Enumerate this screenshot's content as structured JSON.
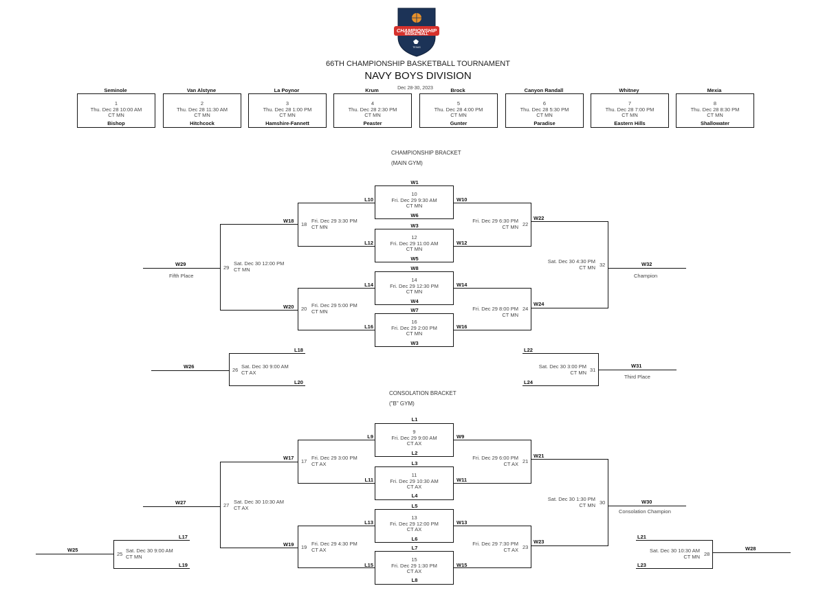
{
  "header": {
    "logo": {
      "line1": "CHAMPIONSHIP",
      "line2": "BASKETBALL",
      "line3": "TEXAS"
    },
    "title": "66TH CHAMPIONSHIP BASKETBALL TOURNAMENT",
    "division": "NAVY BOYS DIVISION",
    "dates": "Dec 28-30, 2023"
  },
  "first_round": [
    {
      "top": "Seminole",
      "num": "1",
      "time": "Thu. Dec 28 10:00 AM",
      "loc": "CT MN",
      "bottom": "Bishop"
    },
    {
      "top": "Van Alstyne",
      "num": "2",
      "time": "Thu. Dec 28 11:30 AM",
      "loc": "CT MN",
      "bottom": "Hitchcock"
    },
    {
      "top": "La Poynor",
      "num": "3",
      "time": "Thu. Dec 28 1:00 PM",
      "loc": "CT MN",
      "bottom": "Hamshire-Fannett"
    },
    {
      "top": "Krum",
      "num": "4",
      "time": "Thu. Dec 28 2:30 PM",
      "loc": "CT MN",
      "bottom": "Peaster"
    },
    {
      "top": "Brock",
      "num": "5",
      "time": "Thu. Dec 28 4:00 PM",
      "loc": "CT MN",
      "bottom": "Gunter"
    },
    {
      "top": "Canyon Randall",
      "num": "6",
      "time": "Thu. Dec 28 5:30 PM",
      "loc": "CT MN",
      "bottom": "Paradise"
    },
    {
      "top": "Whitney",
      "num": "7",
      "time": "Thu. Dec 28 7:00 PM",
      "loc": "CT MN",
      "bottom": "Eastern Hills"
    },
    {
      "top": "Mexia",
      "num": "8",
      "time": "Thu. Dec 28 8:30 PM",
      "loc": "CT MN",
      "bottom": "Shallowater"
    }
  ],
  "championship": {
    "title": "CHAMPIONSHIP BRACKET",
    "gym": "(MAIN GYM)",
    "g10": {
      "top": "W1",
      "num": "10",
      "time": "Fri. Dec 29 9:30 AM",
      "loc": "CT MN",
      "bottom": "W6",
      "left": "L10",
      "right": "W10"
    },
    "g12": {
      "top": "W3",
      "num": "12",
      "time": "Fri. Dec 29 11:00 AM",
      "loc": "CT MN",
      "bottom": "W5",
      "left": "L12",
      "right": "W12"
    },
    "g14": {
      "top": "W8",
      "num": "14",
      "time": "Fri. Dec 29 12:30 PM",
      "loc": "CT MN",
      "bottom": "W4",
      "left": "L14",
      "right": "W14"
    },
    "g16": {
      "top": "W7",
      "num": "16",
      "time": "Fri. Dec 29 2:00 PM",
      "loc": "CT MN",
      "bottom": "W3",
      "left": "L16",
      "right": "W16"
    },
    "g18": {
      "num": "18",
      "time": "Fri. Dec 29 3:30 PM",
      "loc": "CT MN",
      "winner": "W18"
    },
    "g20": {
      "num": "20",
      "time": "Fri. Dec 29 5:00 PM",
      "loc": "CT MN",
      "winner": "W20"
    },
    "g22": {
      "num": "22",
      "time": "Fri. Dec 29 6:30 PM",
      "loc": "CT MN",
      "winner": "W22"
    },
    "g24": {
      "num": "24",
      "time": "Fri. Dec 29 8:00 PM",
      "loc": "CT MN",
      "winner": "W24"
    },
    "g29": {
      "num": "29",
      "time": "Sat. Dec 30 12:00 PM",
      "loc": "CT MN",
      "winner": "W29",
      "place": "Fifth Place"
    },
    "g32": {
      "num": "32",
      "time": "Sat. Dec 30 4:30 PM",
      "loc": "CT MN",
      "winner": "W32",
      "place": "Champion"
    },
    "g26": {
      "num": "26",
      "time": "Sat. Dec 30 9:00 AM",
      "loc": "CT AX",
      "top": "L18",
      "bottom": "L20",
      "winner": "W26"
    },
    "g31": {
      "num": "31",
      "time": "Sat. Dec 30 3:00 PM",
      "loc": "CT MN",
      "top": "L22",
      "bottom": "L24",
      "winner": "W31",
      "place": "Third Place"
    }
  },
  "consolation": {
    "title": "CONSOLATION BRACKET",
    "gym": "(\"B\" GYM)",
    "g9": {
      "top": "L1",
      "num": "9",
      "time": "Fri. Dec 29 9:00 AM",
      "loc": "CT AX",
      "bottom": "L2",
      "left": "L9",
      "right": "W9"
    },
    "g11": {
      "top": "L3",
      "num": "11",
      "time": "Fri. Dec 29 10:30 AM",
      "loc": "CT AX",
      "bottom": "L4",
      "left": "L11",
      "right": "W11"
    },
    "g13": {
      "top": "L5",
      "num": "13",
      "time": "Fri. Dec 29 12:00 PM",
      "loc": "CT AX",
      "bottom": "L6",
      "left": "L13",
      "right": "W13"
    },
    "g15": {
      "top": "L7",
      "num": "15",
      "time": "Fri. Dec 29 1:30 PM",
      "loc": "CT AX",
      "bottom": "L8",
      "left": "L15",
      "right": "W15"
    },
    "g17": {
      "num": "17",
      "time": "Fri. Dec 29 3:00 PM",
      "loc": "CT AX",
      "winner": "W17"
    },
    "g19": {
      "num": "19",
      "time": "Fri. Dec 29 4:30 PM",
      "loc": "CT AX",
      "winner": "W19"
    },
    "g21": {
      "num": "21",
      "time": "Fri. Dec 29 6:00 PM",
      "loc": "CT AX",
      "winner": "W21"
    },
    "g23": {
      "num": "23",
      "time": "Fri. Dec 29 7:30 PM",
      "loc": "CT AX",
      "winner": "W23"
    },
    "g27": {
      "num": "27",
      "time": "Sat. Dec 30 10:30 AM",
      "loc": "CT AX",
      "winner": "W27"
    },
    "g30": {
      "num": "30",
      "time": "Sat. Dec 30 1:30 PM",
      "loc": "CT MN",
      "winner": "W30",
      "place": "Consolation Champion"
    },
    "g25": {
      "num": "25",
      "time": "Sat. Dec 30 9:00 AM",
      "loc": "CT MN",
      "top": "L17",
      "bottom": "L19",
      "winner": "W25"
    },
    "g28": {
      "num": "28",
      "time": "Sat. Dec 30 10:30 AM",
      "loc": "CT MN",
      "top": "L21",
      "bottom": "L23",
      "winner": "W28"
    }
  }
}
